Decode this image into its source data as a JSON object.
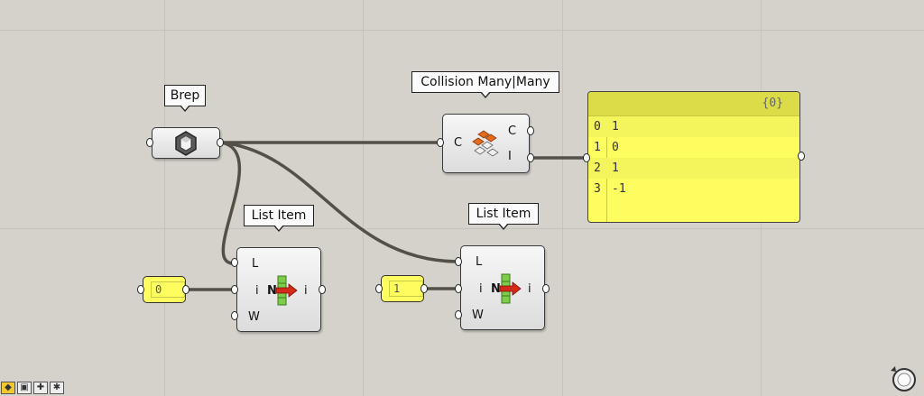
{
  "canvas": {
    "background": "#d5d2cb",
    "wire_color": "#555047",
    "panel_color": "#fdfd60"
  },
  "brep": {
    "callout": "Brep",
    "icon": "hexagon-brep-icon"
  },
  "collision": {
    "callout": "Collision Many|Many",
    "input_c": "C",
    "output_c": "C",
    "output_i": "I",
    "icon": "collision-boxes-icon"
  },
  "list_item_a": {
    "callout": "List Item",
    "input_l": "L",
    "input_i": "i",
    "input_w": "W",
    "center": "N",
    "output_i": "i",
    "icon": "list-item-arrow-icon"
  },
  "list_item_b": {
    "callout": "List Item",
    "input_l": "L",
    "input_i": "i",
    "input_w": "W",
    "center": "N",
    "output_i": "i",
    "icon": "list-item-arrow-icon"
  },
  "slider_a": {
    "value": "0"
  },
  "slider_b": {
    "value": "1"
  },
  "panel": {
    "path": "{0}",
    "rows": [
      {
        "index": "0",
        "value": "1"
      },
      {
        "index": "1",
        "value": "0"
      },
      {
        "index": "2",
        "value": "1"
      },
      {
        "index": "3",
        "value": "-1"
      }
    ]
  },
  "toolbar": {
    "buttons": [
      "preview-button",
      "bake-button",
      "gumball-button",
      "settings-button"
    ]
  }
}
